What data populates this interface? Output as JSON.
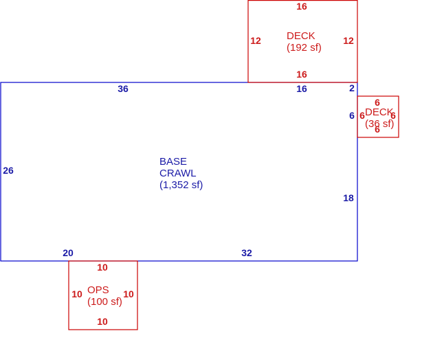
{
  "colors": {
    "base": "#0000cc",
    "addition": "#cc0000",
    "background": "#ffffff"
  },
  "base": {
    "name_line1": "BASE",
    "name_line2": "CRAWL",
    "area": "(1,352 sf)",
    "dims": {
      "top_left": "36",
      "top_right": "16",
      "notch": "2",
      "right_upper": "6",
      "right_lower": "18",
      "left": "26",
      "bottom_left": "20",
      "bottom_right": "32"
    }
  },
  "deck_top": {
    "name": "DECK",
    "area": "(192 sf)",
    "dims": {
      "top": "16",
      "bottom": "16",
      "left": "12",
      "right": "12"
    }
  },
  "deck_side": {
    "name": "DECK",
    "area": "(36 sf)",
    "dims": {
      "top": "6",
      "bottom": "6",
      "left": "6",
      "right": "6"
    }
  },
  "ops": {
    "name": "OPS",
    "area": "(100 sf)",
    "dims": {
      "top": "10",
      "bottom": "10",
      "left": "10",
      "right": "10"
    }
  }
}
